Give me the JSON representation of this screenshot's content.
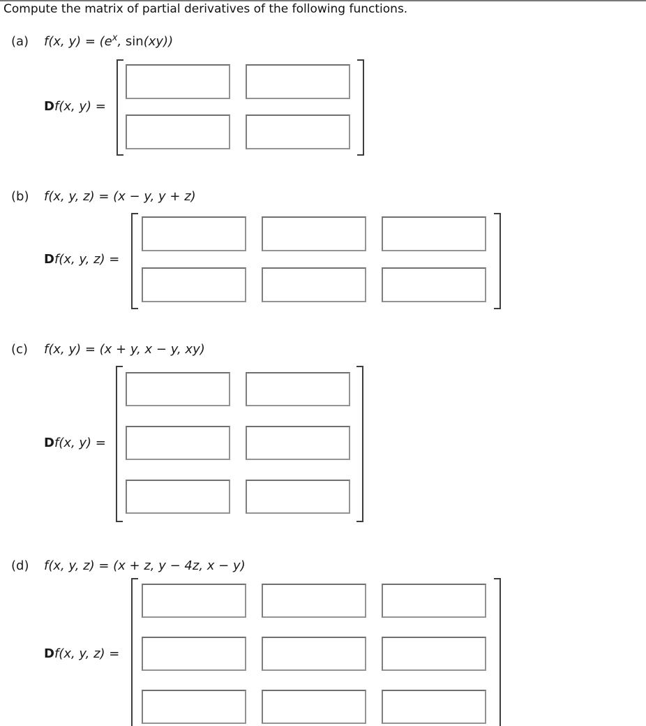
{
  "header": {
    "title": "Compute the matrix of partial derivatives of the following functions."
  },
  "parts": [
    {
      "label": "(a)",
      "func": {
        "s1": "f(x, y) = (e",
        "sup": "x",
        "s2": ", ",
        "fn": "sin",
        "s3": "(xy))"
      },
      "matrix_label": {
        "d": "D",
        "rest": "f(x, y) ="
      },
      "rows": 2,
      "cols": 2
    },
    {
      "label": "(b)",
      "func": {
        "text": "f(x, y, z) = (x − y, y + z)"
      },
      "matrix_label": {
        "d": "D",
        "rest": "f(x, y, z) ="
      },
      "rows": 2,
      "cols": 3
    },
    {
      "label": "(c)",
      "func": {
        "text": "f(x, y) = (x + y, x − y, xy)"
      },
      "matrix_label": {
        "d": "D",
        "rest": "f(x, y) ="
      },
      "rows": 3,
      "cols": 2
    },
    {
      "label": "(d)",
      "func": {
        "text": "f(x, y, z) = (x + z, y − 4z, x − y)"
      },
      "matrix_label": {
        "d": "D",
        "rest": "f(x, y, z) ="
      },
      "rows": 3,
      "cols": 3
    }
  ]
}
